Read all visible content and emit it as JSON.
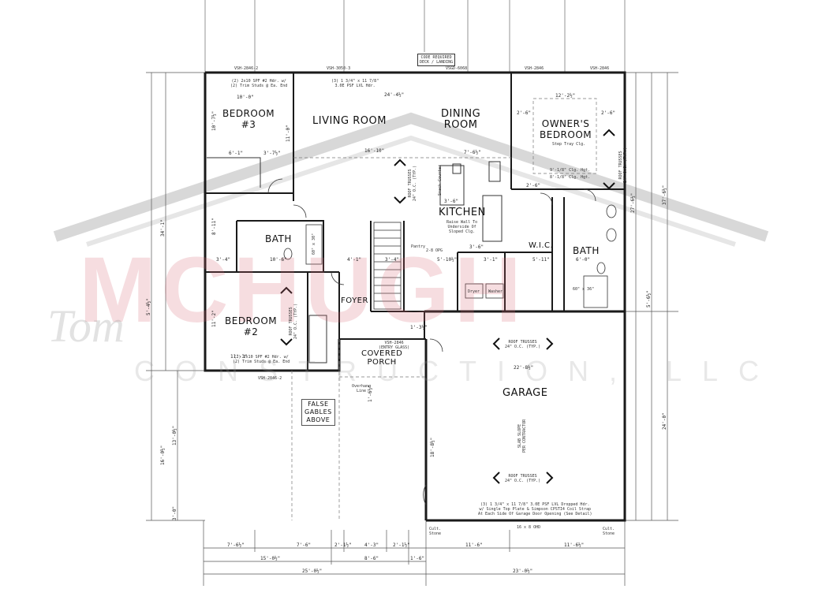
{
  "watermark": {
    "name_script": "Tom",
    "name_main": "MCHUGH",
    "company": "CONSTRUCTION, LLC"
  },
  "rooms": {
    "bedroom3": [
      "BEDROOM",
      "#3"
    ],
    "living": "LIVING ROOM",
    "dining": [
      "DINING",
      "ROOM"
    ],
    "owners": [
      "OWNER'S",
      "BEDROOM"
    ],
    "kitchen": "KITCHEN",
    "bath1": "BATH",
    "bath2": "BATH",
    "wic": "W.I.C.",
    "foyer": "FOYER",
    "bedroom2": [
      "BEDROOM",
      "#2"
    ],
    "porch": [
      "COVERED",
      "PORCH"
    ],
    "garage": "GARAGE",
    "gables": [
      "FALSE",
      "GABLES",
      "ABOVE"
    ]
  },
  "notes": {
    "deck": [
      "CODE REQUIRED",
      "DECK / LANDING"
    ],
    "owners_ceiling": "Step Tray Clg.",
    "owners_clg1": "9'-1/8\" Clg. Hgt.",
    "owners_clg2": "8'-1/8\" Clg. Hgt.",
    "window_top_left": "VSH-2846-2",
    "window_top_mid": "VSH-3050-3",
    "window_top_door": "VSGD-6068",
    "window_top_r1": "VSH-2846",
    "window_top_r2": "VSH-2846",
    "beam_left": [
      "(2) 2x10 SPF #2 Hdr. w/",
      "(2) Trim Studs @ Ea. End"
    ],
    "beam_living": [
      "(3) 1 3/4\" x 11 7/8\"",
      "3.0E PSF LVL Hdr."
    ],
    "roof_truss_1": [
      "ROOF TRUSSES",
      "24\" O.C. (TYP.)"
    ],
    "roof_truss_2": [
      "ROOF TRUSSES",
      "24\" O.C. (TYP.)"
    ],
    "roof_truss_3": [
      "ROOF TRUSSES",
      "24\" O.C. (TYP.)"
    ],
    "roof_truss_4": [
      "ROOF TRUSSES",
      "24\" O.C. (TYP.)"
    ],
    "roof_truss_5": [
      "ROOF TRUSSES",
      "24\" O.C. (TYP.)"
    ],
    "snack_counter": "Snack Counter",
    "raise_wall": [
      "Raise Wall To",
      "Underside Of",
      "Sloped Clg."
    ],
    "pantry": "Pantry",
    "dryer": "Dryer",
    "washer": "Washer",
    "shower": "60\" x 36\"",
    "tub": "60\" x 30\"",
    "entry_door": [
      "VSH-2846",
      "(ENTRY GLASS)"
    ],
    "overhang": [
      "Overhang",
      "Line"
    ],
    "garage_beam": [
      "(3) 1 3/4\" x 11 7/8\" 3.0E PSF LVL Dropped Hdr.",
      "w/ Single Top Plate & Simpson CPSTI4 Coil Strap",
      "At Each Side Of Garage Door Opening (See Detail)"
    ],
    "garage_door": "16 x 8 OHD",
    "curb_stone_l": [
      "Cult.",
      "Stone"
    ],
    "curb_stone_r": [
      "Cult.",
      "Stone"
    ],
    "bedroom2_beam": [
      "(2) 2x10 SPF #2 Hdr. w/",
      "(2) Trim Studs @ Ea. End"
    ],
    "window_bottom": "VSH-2846-2",
    "slab": [
      "SLAB SLOPE",
      "PER CONTRACTOR"
    ],
    "opg": "2-8 OPG"
  },
  "dims": {
    "b3_width": "10'-0\"",
    "b3_depth": "10'-7½\"",
    "b3_closet1": "6'-1\"",
    "b3_closet2": "3'-7½\"",
    "b3_sub": "11'-0\"",
    "living_width": "24'-4½\"",
    "living_depth": "16'-10\"",
    "dining_width": "7'-6½\"",
    "owners_width": "12'-2½\"",
    "owners_d1": "2'-6\"",
    "owners_d2": "2'-6\"",
    "owners_d3": "2'-6\"",
    "kitchen_w": "3'-6\"",
    "kitchen_w2": "3'-6\"",
    "bath1_w": "10'-6\"",
    "bath1_left": "3'-4\"",
    "bath1_d": "8'-11\"",
    "hall1": "4'-1\"",
    "hall2": "3'-4\"",
    "laundry_w": "5'-10½\"",
    "laundry_w2": "3'-1\"",
    "wic_w": "5'-11\"",
    "bath2_w": "6'-0\"",
    "b2_width": "11'-3\"",
    "b2_depth": "11'-2\"",
    "foyer_w": "1'-3½\"",
    "porch_dim": "1'-6½\"",
    "garage_width": "22'-8½\"",
    "garage_depth": "18'-8½\"",
    "left_total": "34'-1\"",
    "left_lower": "5'-4½\"",
    "right_total": "37'-6½\"",
    "right_lower": "5'-6½\"",
    "right_garage": "24'-0\"",
    "right_owners": "27'-6½\"",
    "front_left_depth": "16'-0½\"",
    "front_left_sub": "13'-0½\"",
    "front_left_sub2": "3'-0\"",
    "bottom_1": "7'-6½\"",
    "bottom_2": "7'-6\"",
    "bottom_3": "2'-1½\"",
    "bottom_4": "4'-3\"",
    "bottom_5": "2'-1½\"",
    "bottom_6": "11'-6\"",
    "bottom_7": "11'-6½\"",
    "bottom_8": "15'-0½\"",
    "bottom_9": "8'-6\"",
    "bottom_10": "1'-6\"",
    "bottom_11": "25'-0½\"",
    "bottom_12": "23'-0½\""
  },
  "colors": {
    "wall": "#1a1a1a",
    "line": "#444444",
    "watermark_red": "#d66270",
    "watermark_gray": "#969696"
  }
}
